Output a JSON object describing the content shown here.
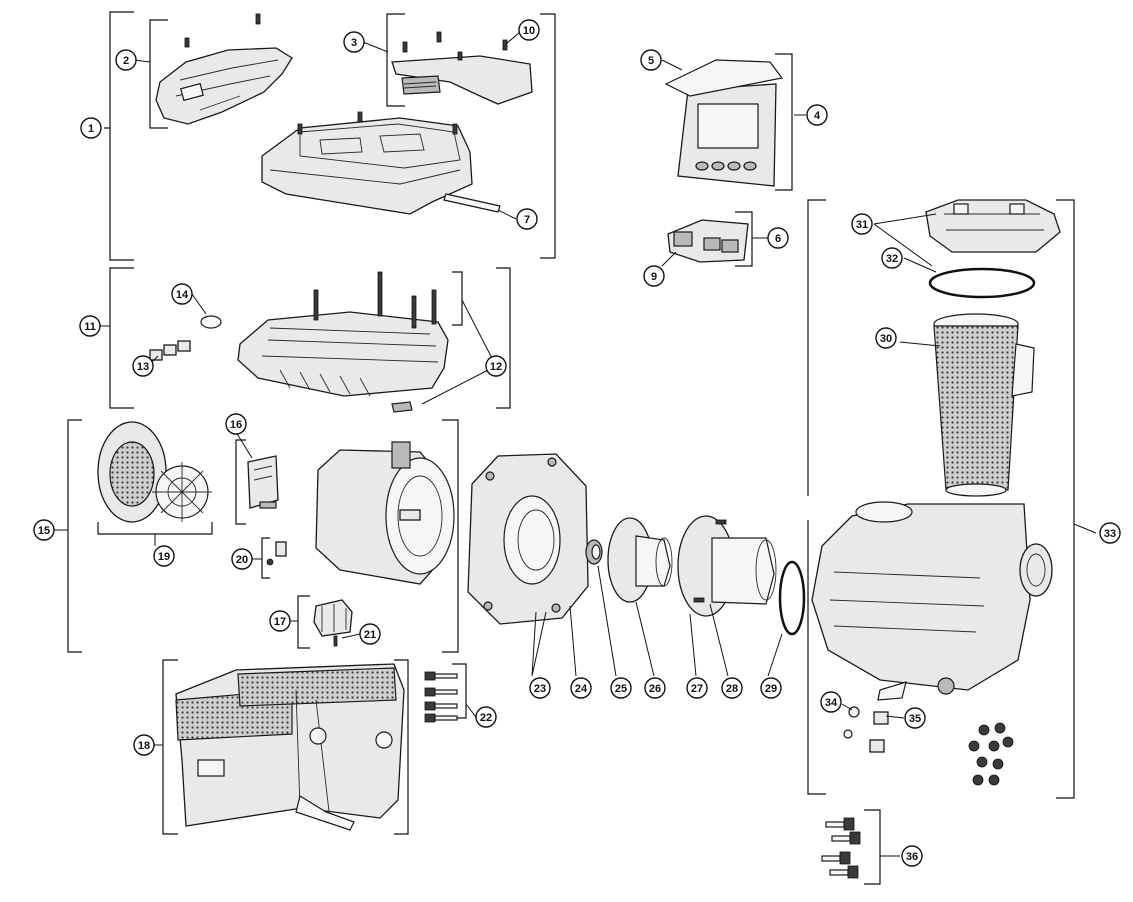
{
  "callouts": [
    {
      "id": "1",
      "label": "1"
    },
    {
      "id": "2",
      "label": "2"
    },
    {
      "id": "3",
      "label": "3"
    },
    {
      "id": "4",
      "label": "4"
    },
    {
      "id": "5",
      "label": "5"
    },
    {
      "id": "6",
      "label": "6"
    },
    {
      "id": "7",
      "label": "7"
    },
    {
      "id": "9",
      "label": "9"
    },
    {
      "id": "10",
      "label": "10"
    },
    {
      "id": "11",
      "label": "11"
    },
    {
      "id": "12a",
      "label": "12"
    },
    {
      "id": "13",
      "label": "13"
    },
    {
      "id": "14",
      "label": "14"
    },
    {
      "id": "15",
      "label": "15"
    },
    {
      "id": "16",
      "label": "16"
    },
    {
      "id": "17",
      "label": "17"
    },
    {
      "id": "18",
      "label": "18"
    },
    {
      "id": "19",
      "label": "19"
    },
    {
      "id": "20",
      "label": "20"
    },
    {
      "id": "21",
      "label": "21"
    },
    {
      "id": "22",
      "label": "22"
    },
    {
      "id": "23",
      "label": "23"
    },
    {
      "id": "24",
      "label": "24"
    },
    {
      "id": "25",
      "label": "25"
    },
    {
      "id": "26",
      "label": "26"
    },
    {
      "id": "27",
      "label": "27"
    },
    {
      "id": "28",
      "label": "28"
    },
    {
      "id": "29",
      "label": "29"
    },
    {
      "id": "30",
      "label": "30"
    },
    {
      "id": "31",
      "label": "31"
    },
    {
      "id": "32",
      "label": "32"
    },
    {
      "id": "33",
      "label": "33"
    },
    {
      "id": "34",
      "label": "34"
    },
    {
      "id": "35",
      "label": "35"
    },
    {
      "id": "36",
      "label": "36"
    }
  ],
  "colors": {
    "line": "#111111",
    "fill": "#e9e9e9",
    "background": "#ffffff"
  }
}
